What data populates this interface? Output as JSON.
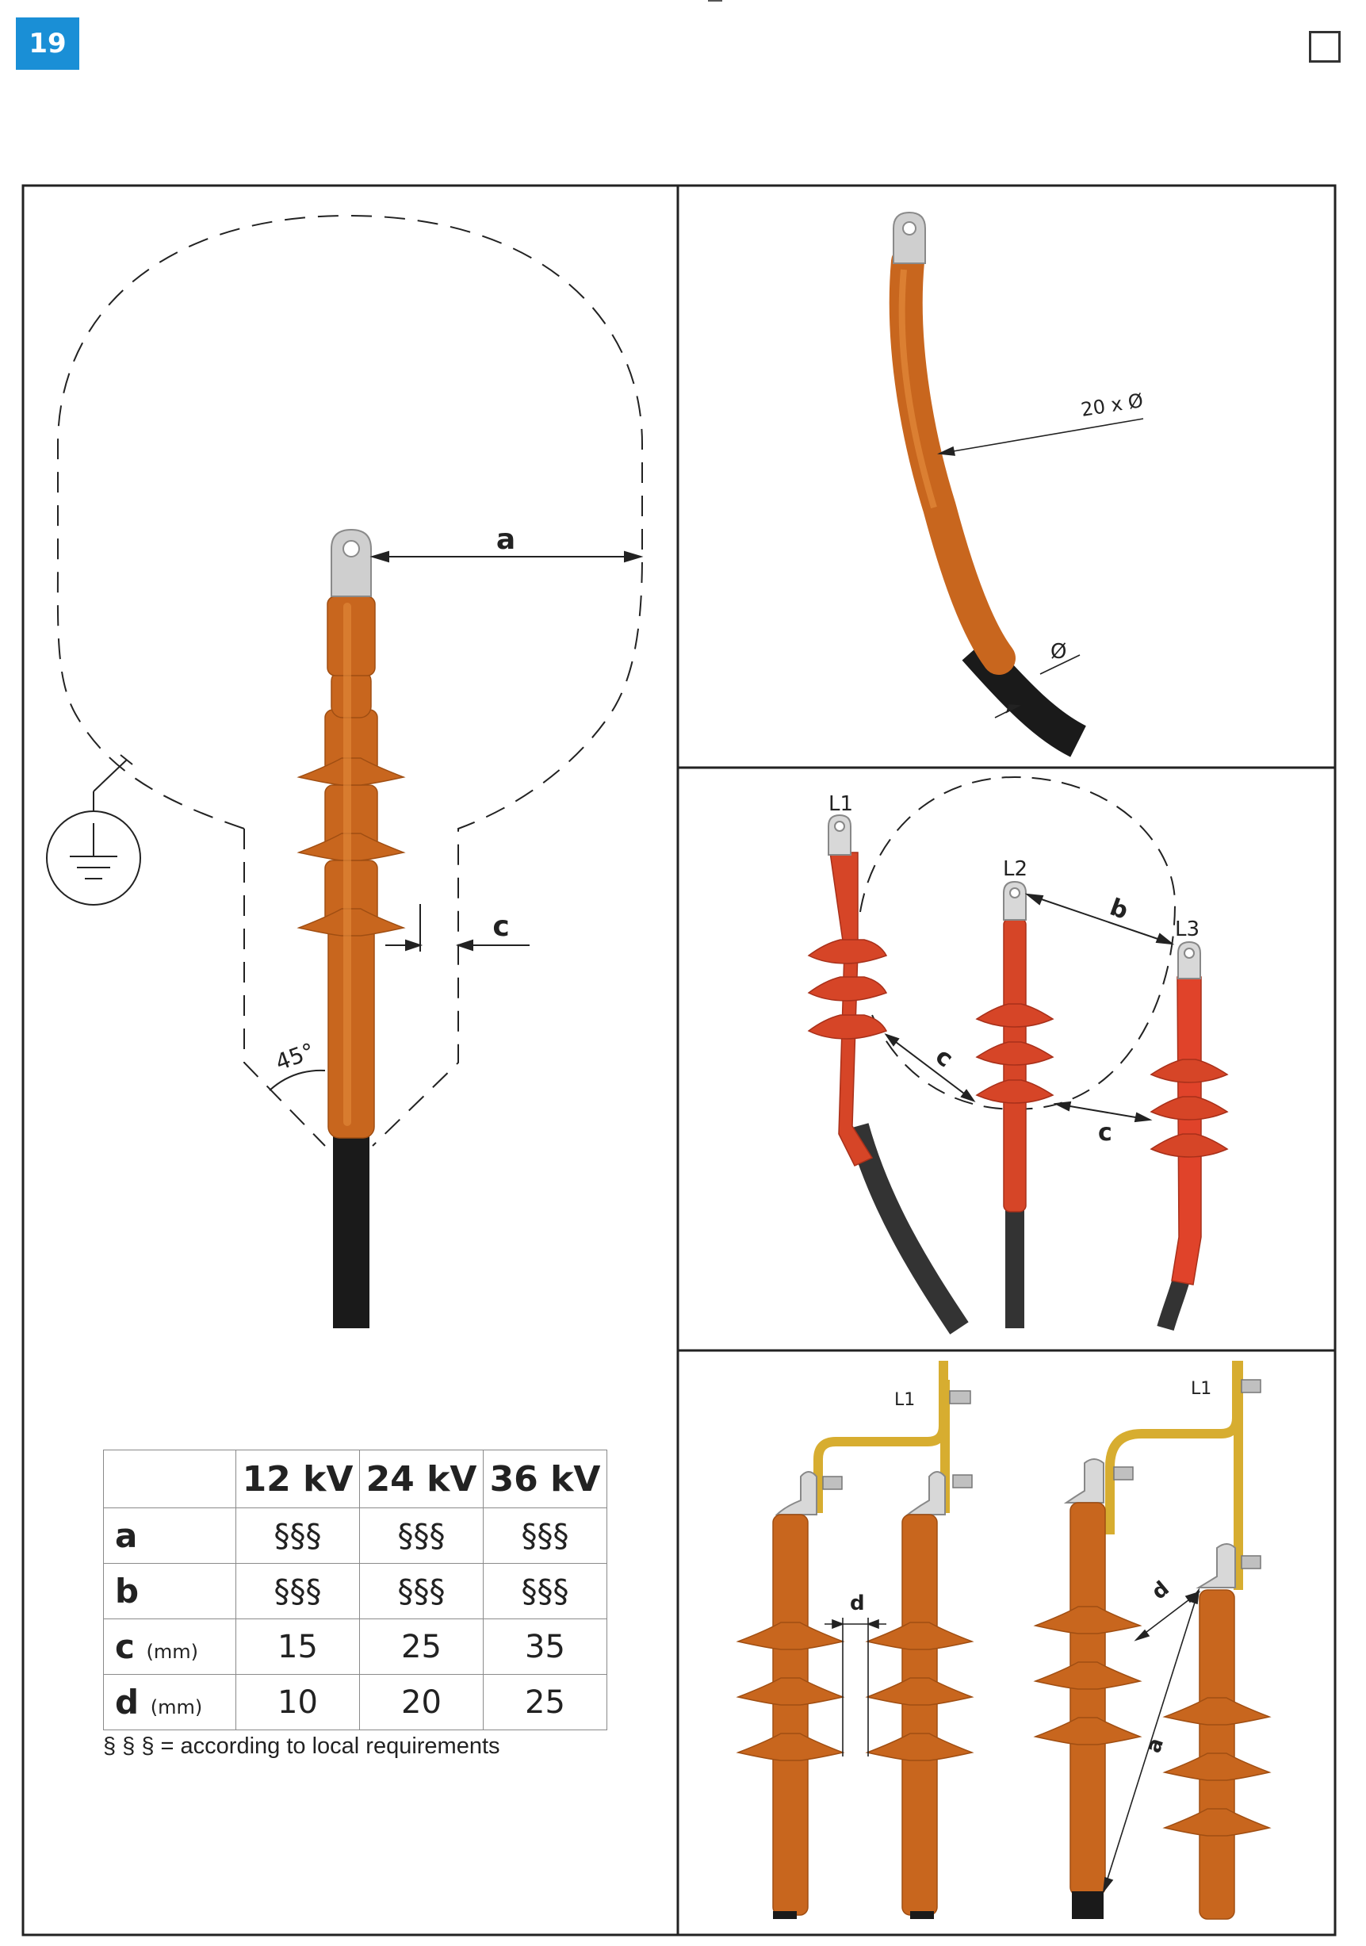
{
  "page": {
    "step_number": "19"
  },
  "table": {
    "headers": [
      "12 kV",
      "24 kV",
      "36 kV"
    ],
    "rows": [
      {
        "label": "a",
        "unit": "",
        "values": [
          "§§§",
          "§§§",
          "§§§"
        ]
      },
      {
        "label": "b",
        "unit": "",
        "values": [
          "§§§",
          "§§§",
          "§§§"
        ]
      },
      {
        "label": "c",
        "unit": "(mm)",
        "values": [
          "15",
          "25",
          "35"
        ]
      },
      {
        "label": "d",
        "unit": "(mm)",
        "values": [
          "10",
          "20",
          "25"
        ]
      }
    ]
  },
  "note": "§ § § = according to local requirements",
  "labels": {
    "panel_main": {
      "a": "a",
      "c": "c",
      "angle": "45°"
    },
    "panel_bend": {
      "bend_radius": "20 x Ø",
      "diameter": "Ø"
    },
    "panel_phases": {
      "l1": "L1",
      "l2": "L2",
      "l3": "L3",
      "b": "b",
      "c1": "c",
      "c2": "c"
    },
    "panel_busbar": {
      "l1_left": "L1",
      "l1_right": "L1",
      "d_left": "d",
      "d_right": "d",
      "a": "a"
    }
  },
  "colors": {
    "badge": "#1a8fd6",
    "termination_orange": "#c8661e",
    "termination_red": "#d64527",
    "busbar_yellow": "#d7ad30",
    "cable_black": "#1a1a1a",
    "lug_silver": "#c9c9c9"
  }
}
